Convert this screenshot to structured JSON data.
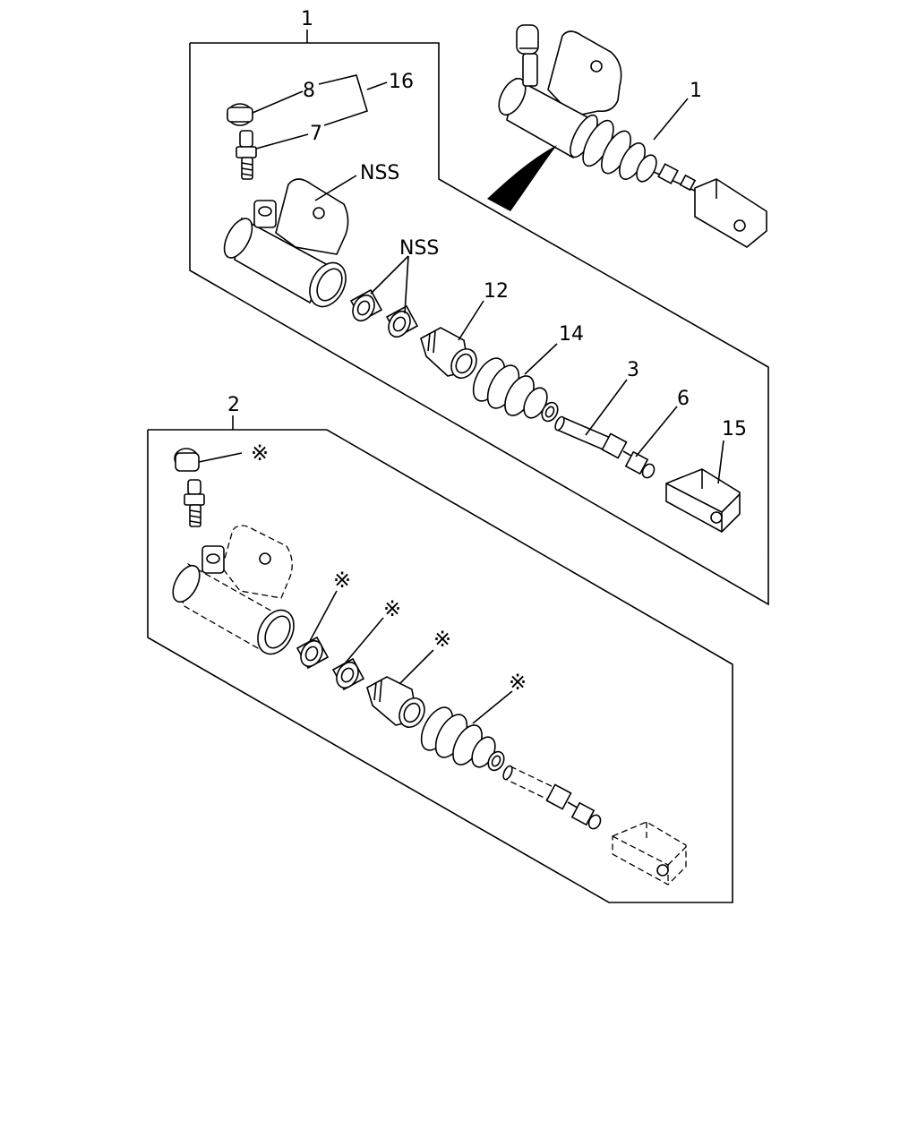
{
  "diagram": {
    "labels": {
      "kit1_callout": "1",
      "kit2_callout": "2",
      "assembly_callout": "1",
      "dust_cap": "8",
      "bleeder_group": "16",
      "bleeder_screw": "7",
      "cylinder_body": "NSS",
      "cup_seals": "NSS",
      "piston": "12",
      "boot": "14",
      "push_rod": "3",
      "lock_nut": "6",
      "clevis": "15",
      "asterisk_cap": "※",
      "asterisk_seal_1": "※",
      "asterisk_seal_2": "※",
      "asterisk_piston": "※",
      "asterisk_boot": "※"
    }
  }
}
